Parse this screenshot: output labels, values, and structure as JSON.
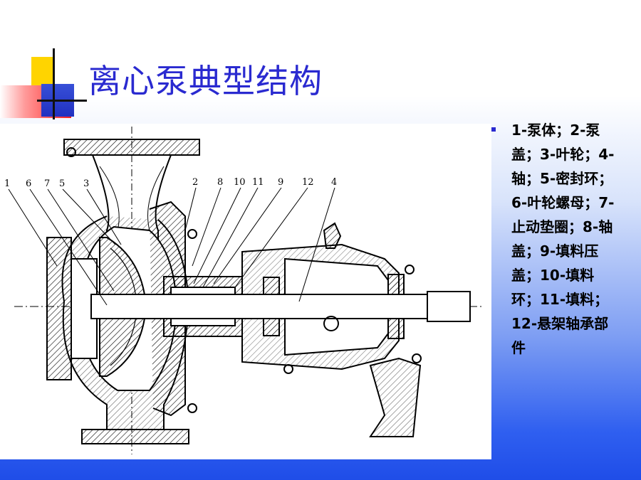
{
  "slide": {
    "title": "离心泵典型结构",
    "legend_text": "1-泵体；2-泵盖；3-叶轮；4-轴；5-密封环；6-叶轮螺母；7-止动垫圈；8-轴盖；9-填料压盖；10-填料环；11-填料；12-悬架轴承部件"
  },
  "diagram": {
    "part_labels": [
      "1",
      "6",
      "7",
      "5",
      "3",
      "2",
      "8",
      "10",
      "11",
      "9",
      "12",
      "4"
    ]
  },
  "colors": {
    "title": "#2a2ad0",
    "accent_yellow": "#ffd400",
    "accent_red": "#ff2020",
    "accent_blue": "#2a3ccc"
  }
}
